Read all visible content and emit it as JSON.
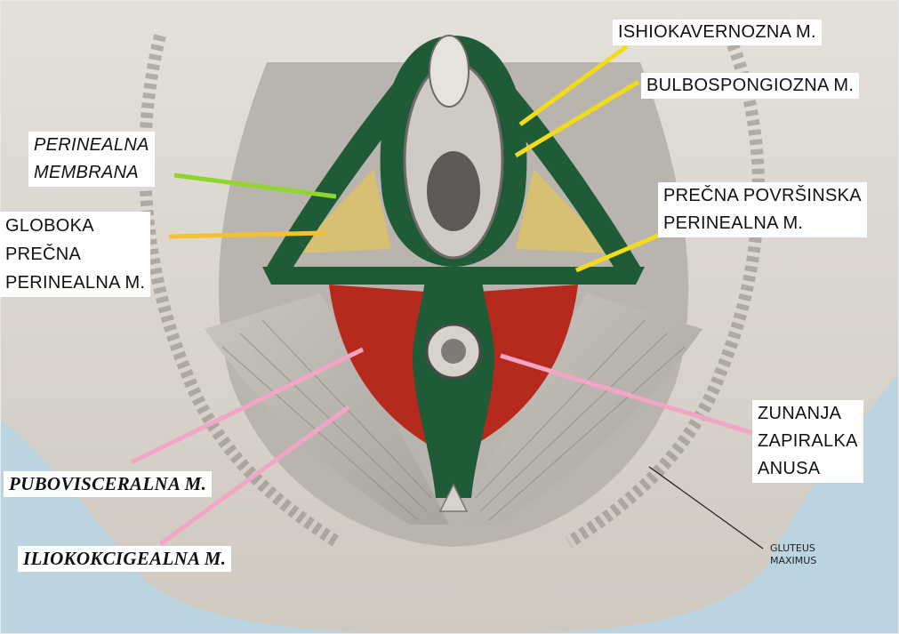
{
  "labels": {
    "ishiokavernozna": "ISHIOKAVERNOZNA M.",
    "bulbospongiozna": "BULBOSPONGIOZNA M.",
    "perinealna_membrana_1": "PERINEALNA",
    "perinealna_membrana_2": "MEMBRANA",
    "globoka_1": "GLOBOKA",
    "globoka_2": "PREČNA",
    "globoka_3": "PERINEALNA M.",
    "precna_povrsinska_1": "PREČNA POVRŠINSKA",
    "precna_povrsinska_2": "PERINEALNA M.",
    "zunanja_1": "ZUNANJA",
    "zunanja_2": "ZAPIRALKA",
    "zunanja_3": "ANUSA",
    "pubovisceralna": "PUBOVISCERALNA M.",
    "iliokokcigealna": "ILIOKOKCIGEALNA M.",
    "gluteus_1": "GLUTEUS",
    "gluteus_2": "MAXIMUS"
  },
  "colors": {
    "background": "#bcd3e0",
    "skin": "#d9d4cc",
    "green_muscle": "#1f5b37",
    "red_muscle": "#b52a1c",
    "yellow_membrane": "#d8c072",
    "leader_yellow": "#f2dc1a",
    "leader_lime": "#8fd62c",
    "leader_orange": "#f5c12e",
    "leader_pink": "#f2a6c6"
  }
}
